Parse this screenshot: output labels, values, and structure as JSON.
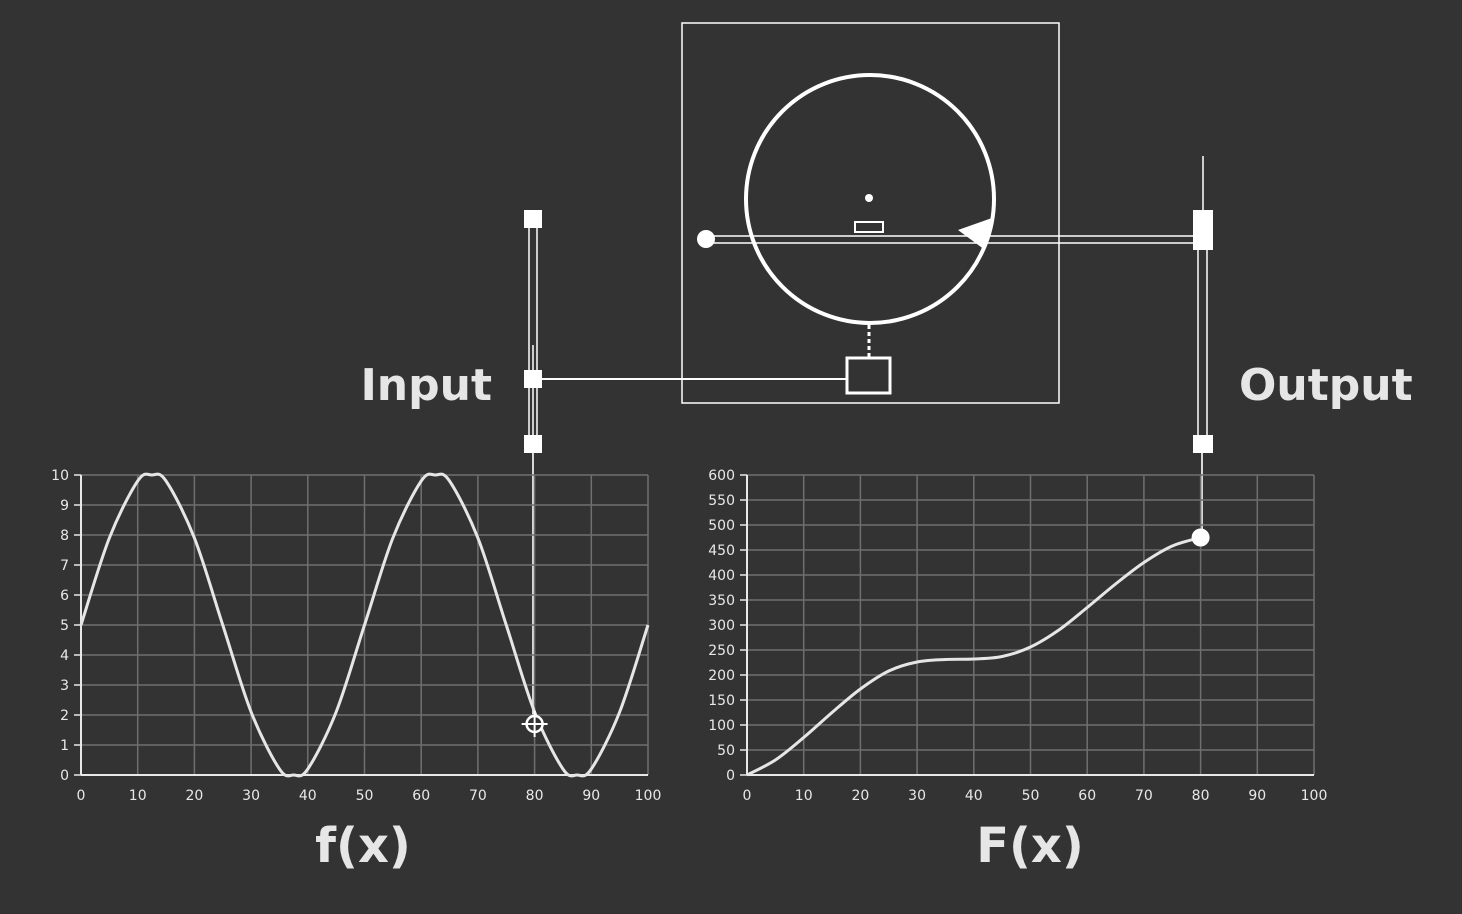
{
  "labels": {
    "input": "Input",
    "output": "Output",
    "left_chart": "f(x)",
    "right_chart": "F(x)"
  },
  "colors": {
    "background": "#333333",
    "foreground": "#ffffff",
    "curve": "#e6e6e6",
    "grid": "#6f6f6f"
  },
  "chart_data": [
    {
      "type": "line",
      "xlabel": "f(x)",
      "ylabel": "",
      "xlim": [
        0,
        100
      ],
      "ylim": [
        0,
        10
      ],
      "xticks": [
        "0",
        "10",
        "20",
        "30",
        "40",
        "50",
        "60",
        "70",
        "80",
        "90",
        "100"
      ],
      "yticks": [
        "0",
        "1",
        "2",
        "3",
        "4",
        "5",
        "6",
        "7",
        "8",
        "9",
        "10"
      ],
      "grid": true,
      "series": [
        {
          "x": [
            0,
            5,
            10,
            12.5,
            15,
            20,
            25,
            30,
            35,
            37.5,
            40,
            45,
            50,
            55,
            60,
            62.5,
            65,
            70,
            75,
            80,
            85,
            87.5,
            90,
            95,
            100
          ],
          "y": [
            5,
            7.9,
            9.8,
            10,
            9.8,
            7.9,
            5,
            2.1,
            0.2,
            0,
            0.2,
            2.1,
            5,
            7.9,
            9.8,
            10,
            9.8,
            7.9,
            5,
            2.1,
            0.2,
            0,
            0.2,
            2.1,
            5
          ]
        }
      ],
      "marker": {
        "x": 80,
        "y": 1.7
      }
    },
    {
      "type": "line",
      "xlabel": "F(x)",
      "ylabel": "",
      "xlim": [
        0,
        100
      ],
      "ylim": [
        0,
        600
      ],
      "xticks": [
        "0",
        "10",
        "20",
        "30",
        "40",
        "50",
        "60",
        "70",
        "80",
        "90",
        "100"
      ],
      "yticks": [
        "0",
        "50",
        "100",
        "150",
        "200",
        "250",
        "300",
        "350",
        "400",
        "450",
        "500",
        "550",
        "600"
      ],
      "grid": true,
      "series": [
        {
          "x": [
            0,
            5,
            10,
            15,
            20,
            25,
            30,
            35,
            40,
            45,
            50,
            55,
            60,
            65,
            70,
            75,
            80
          ],
          "y": [
            0,
            30,
            75,
            125,
            172,
            208,
            226,
            231,
            232,
            237,
            256,
            290,
            335,
            382,
            425,
            458,
            475
          ]
        }
      ],
      "marker": {
        "x": 80,
        "y": 475
      }
    }
  ]
}
